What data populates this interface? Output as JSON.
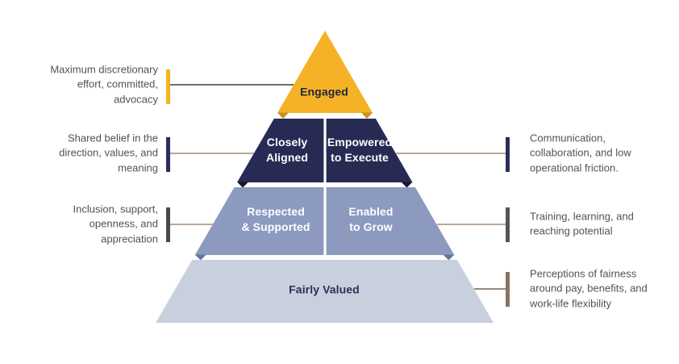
{
  "diagram": {
    "name": "employee-engagement-pyramid",
    "levels": [
      {
        "label": "Engaged",
        "color": "#F5B226",
        "fold_color": "#C8901E",
        "text_color": "#23263F"
      },
      {
        "cells": [
          "Closely\nAligned",
          "Empowered\nto Execute"
        ],
        "color": "#272B54",
        "fold_color": "#14172E",
        "text_color": "#FFFFFF"
      },
      {
        "cells": [
          "Respected\n& Supported",
          "Enabled\nto Grow"
        ],
        "color": "#8D9AC0",
        "fold_color": "#66749D",
        "text_color": "#FFFFFF"
      },
      {
        "label": "Fairly Valued",
        "color": "#C9D0DD",
        "text_color": "#2A2E5B"
      }
    ],
    "divider_color": "#FFFFFF",
    "annotation_text_color": "#50525B",
    "left_annotations": [
      {
        "text": "Maximum discretionary\neffort, committed,\nadvocacy",
        "tick_color": "#F0B323",
        "line_color": "#4A4A44"
      },
      {
        "text": "Shared belief in the\ndirection, values, and\nmeaning",
        "tick_color": "#2A2F5B",
        "line_color": "#A9937E"
      },
      {
        "text": "Inclusion, support,\nopenness, and\nappreciation",
        "tick_color": "#4A4A4A",
        "line_color": "#A9937E"
      }
    ],
    "right_annotations": [
      {
        "text": "Communication,\ncollaboration, and low\noperational friction.",
        "tick_color": "#2A2F5B",
        "line_color": "#A9937E"
      },
      {
        "text": "Training, learning, and\nreaching potential",
        "tick_color": "#555555",
        "line_color": "#A9937E"
      },
      {
        "text": "Perceptions of fairness\naround pay, benefits, and\nwork-life flexibility",
        "tick_color": "#8A7260",
        "line_color": "#7A6A5C"
      }
    ]
  }
}
